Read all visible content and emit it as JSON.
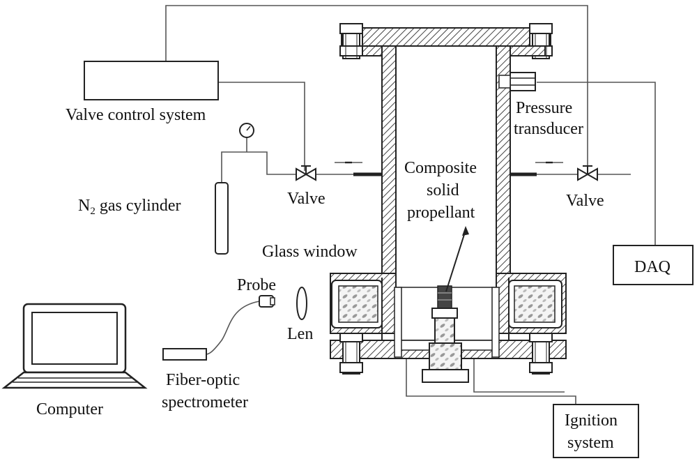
{
  "labels": {
    "valve_control": "Valve control system",
    "n2_prefix": "N",
    "n2_sub": "2",
    "n2_suffix": " gas cylinder",
    "valve_left": "Valve",
    "valve_right": "Valve",
    "pressure_line1": "Pressure",
    "pressure_line2": "transducer",
    "composite_line1": "Composite",
    "composite_line2": "solid",
    "composite_line3": "propellant",
    "glass_window": "Glass window",
    "probe": "Probe",
    "len": "Len",
    "daq": "DAQ",
    "computer": "Computer",
    "spectrometer_line1": "Fiber-optic",
    "spectrometer_line2": "spectrometer",
    "ignition_line1": "Ignition",
    "ignition_line2": "system"
  },
  "colors": {
    "line": "#555555",
    "outline": "#222222",
    "hatch": "#444444",
    "background": "#ffffff"
  }
}
